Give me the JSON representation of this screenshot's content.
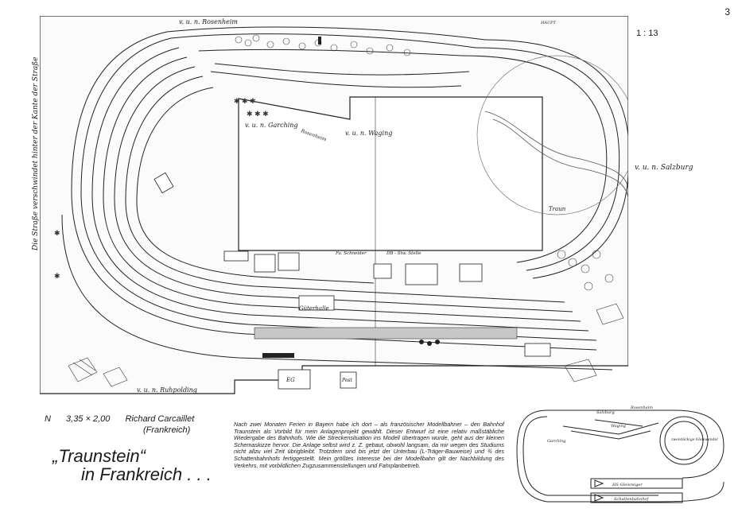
{
  "page_number": "3",
  "scale": "1 : 13",
  "plan_labels": {
    "rosenheim_top": "v. u. n. Rosenheim",
    "garching": "v. u. n. Garching",
    "waging": "v. u. n. Waging",
    "salzburg": "v. u. n. Salzburg",
    "ruhpolding": "v. u. n. Ruhpolding",
    "gueterhalle": "Güterhalle",
    "traun": "Traun",
    "sign_box": "Fa. Schneider",
    "stellwerk": "DB - Stw. Stelle",
    "eg": "EG",
    "post": "Post",
    "rosenheim_track": "Rosenheim",
    "marker": "HAUPT"
  },
  "vertical_note": "Die Straße verschwindet hinter der Kante der Straße",
  "meta": {
    "gauge": "N",
    "size": "3,35 × 2,00",
    "author": "Richard Carcaillet",
    "country": "(Frankreich)"
  },
  "title": {
    "line1": "„Traunstein“",
    "line2": "in Frankreich . . ."
  },
  "body_text": "Nach zwei Monaten Ferien in Bayern habe ich dort – als französischer Modellbahner – den Bahnhof Traunstein als Vorbild für mein Anlagenprojekt gewählt. Dieser Entwurf ist eine relativ maßstäbliche Wiedergabe des Bahnhofs. Wie die Streckensituation ins Modell übertragen wurde, geht aus der kleinen Schemaskizze hervor. Die Anlage selbst wird z. Z. gebaut, obwohl langsam, da mir wegen des Studiums nicht allzu viel Zeit übrigbleibt. Trotzdem sind bis jetzt der Unterbau (L-Träger-Bauweise) und ¾ des Schattenbahnhofs fertiggestellt. Mein größtes Interesse bei der Modellbahn gilt der Nachbildung des Verkehrs, mit vorbildlichen Zugzusammenstellungen und Fahrplanbetrieb.",
  "schema_labels": {
    "rosenheim": "Rosenheim",
    "salzburg": "Salzburg",
    "waging": "Waging",
    "garching": "Garching",
    "zweistoeckig": "zweistöckige Gleiswendel",
    "gleisreiger": "HS-Gleisreiger",
    "schattenbahnhof": "Schattenbahnhof"
  }
}
